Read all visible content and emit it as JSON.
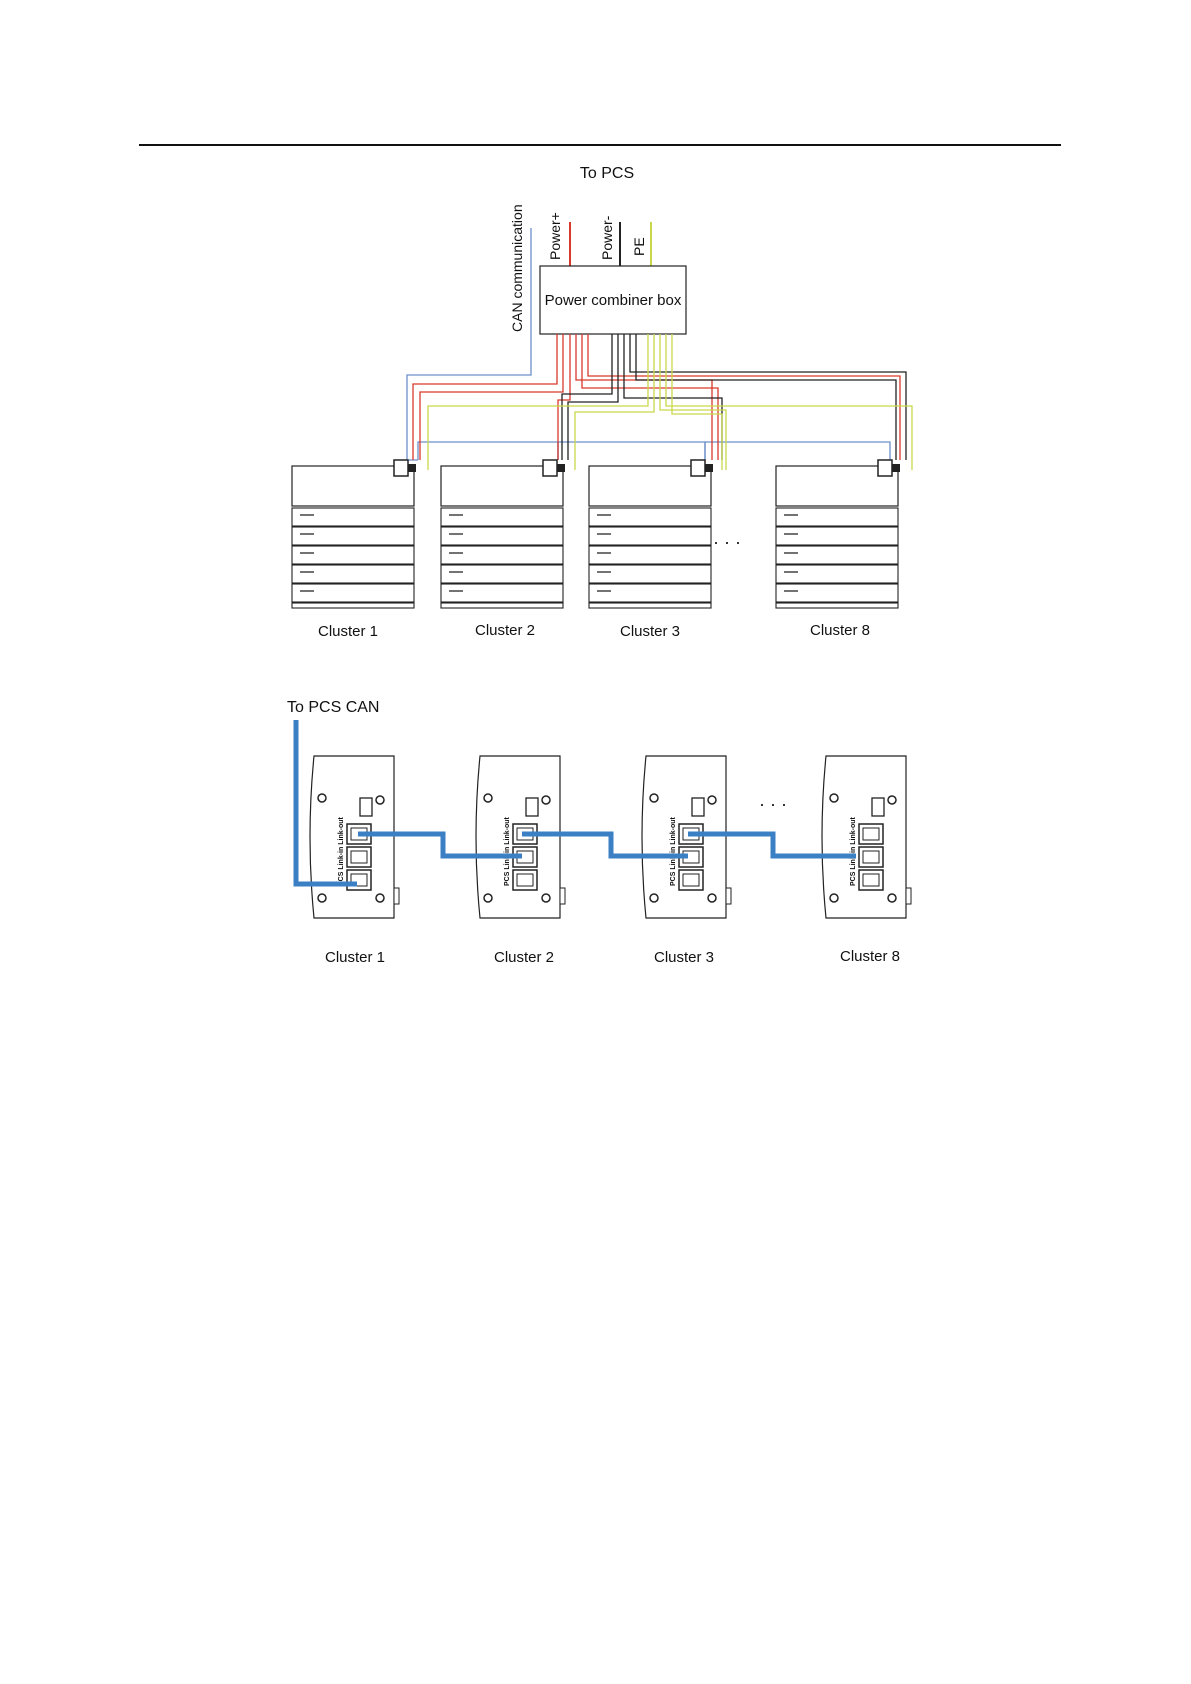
{
  "diagram_power": {
    "to_pcs": "To PCS",
    "can_label": "CAN communication",
    "power_plus": "Power+",
    "power_minus": "Power-",
    "pe": "PE",
    "combiner_box": "Power combiner box",
    "ellipsis": "· · ·",
    "clusters": [
      "Cluster 1",
      "Cluster 2",
      "Cluster 3",
      "Cluster 8"
    ]
  },
  "diagram_can": {
    "to_pcs_can": "To PCS CAN",
    "ellipsis": "· · ·",
    "port_labels": [
      "PCS",
      "Link-in",
      "Link-out"
    ],
    "clusters": [
      "Cluster 1",
      "Cluster 2",
      "Cluster 3",
      "Cluster 8"
    ]
  },
  "colors": {
    "power_plus": "#d9392b",
    "power_minus": "#222222",
    "pe": "#c9d84a",
    "can_thin": "#6c8fc9",
    "can_thick": "#3b7fc4"
  }
}
